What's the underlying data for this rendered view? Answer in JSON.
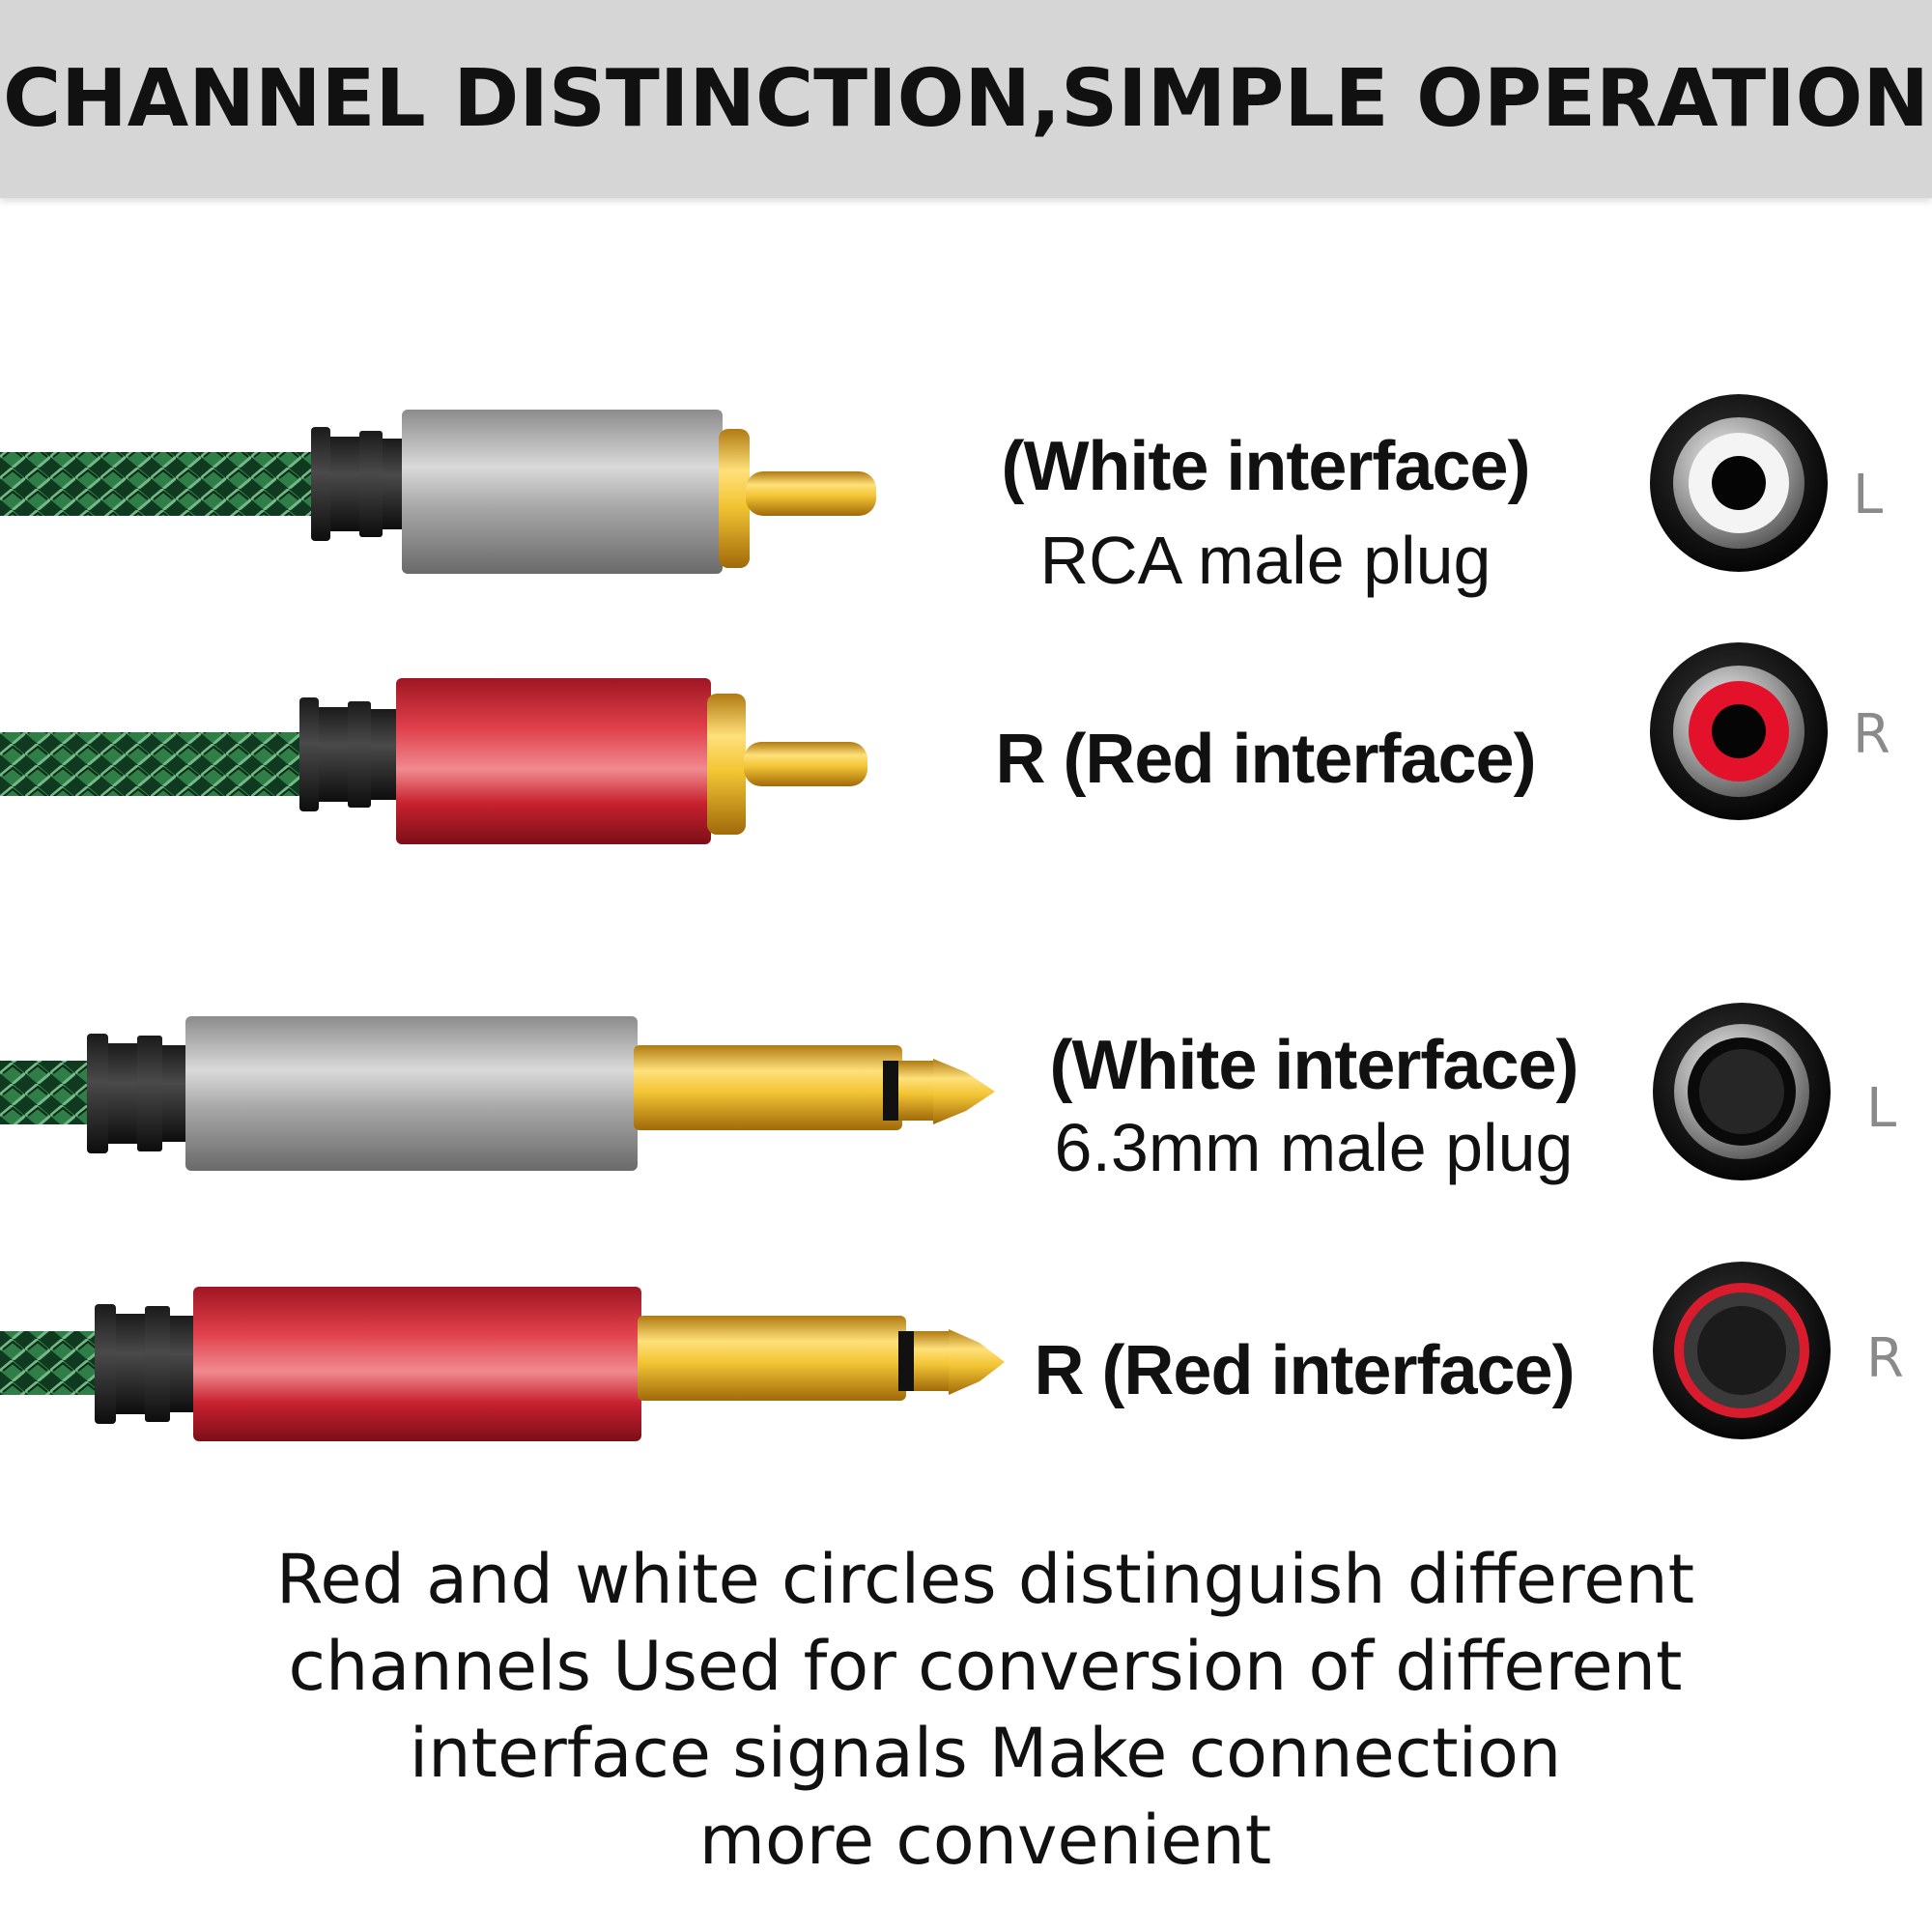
{
  "banner": {
    "title": "CHANNEL DISTINCTION,SIMPLE OPERATION"
  },
  "rows": [
    {
      "name": "rca-white",
      "headline": "(White interface)",
      "subline": "RCA male plug",
      "channel": "L",
      "sleeve_color": "#a4a4a4",
      "ring_color": "#e8e8e8"
    },
    {
      "name": "rca-red",
      "headline": "R (Red interface)",
      "subline": "",
      "channel": "R",
      "sleeve_color": "#c41f2c",
      "ring_color": "#e3122a"
    },
    {
      "name": "jack-white",
      "headline": "(White interface)",
      "subline": "6.3mm male plug",
      "channel": "L",
      "sleeve_color": "#a4a4a4",
      "ring_color": "#bdbdbd"
    },
    {
      "name": "jack-red",
      "headline": "R (Red interface)",
      "subline": "",
      "channel": "R",
      "sleeve_color": "#c41f2c",
      "ring_color": "#d81c2d"
    }
  ],
  "description": {
    "lines": [
      "Red and white circles distinguish different",
      "channels Used for conversion of different",
      "interface signals Make connection",
      "more convenient"
    ]
  },
  "colors": {
    "banner_bg": "#d6d6d6",
    "cable_green": "#1f6b3a",
    "gold": "#e0b423"
  }
}
